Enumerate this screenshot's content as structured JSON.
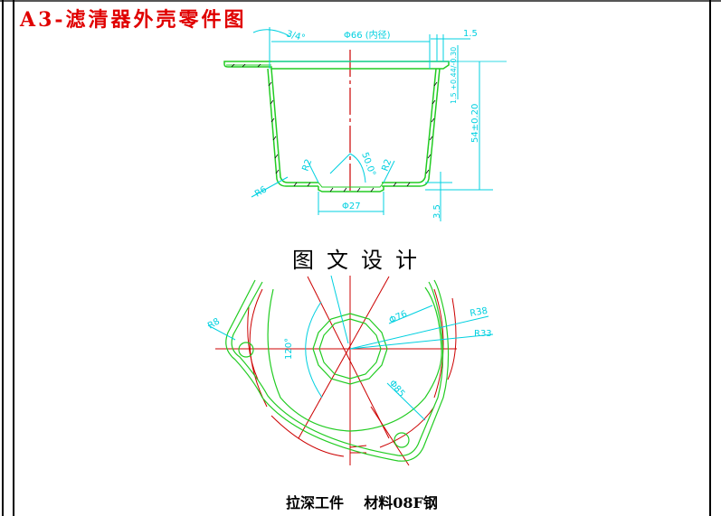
{
  "title": "A3-滤清器外壳零件图",
  "watermark": "图文设计",
  "caption": "拉深工件    材料08F钢",
  "colors": {
    "title": "#e00000",
    "outline": "#22cc22",
    "dimension": "#00d0e0",
    "centerline": "#cc0000",
    "border": "#000000"
  },
  "section_view": {
    "dimensions": {
      "angle_top": "3/4°",
      "outer_diameter": "Φ66 (内径)",
      "flange_thickness": "1.5",
      "flange_height": "1.5 +0.44/-0.30",
      "total_height": "54±0.20",
      "bottom_step": "3.5",
      "bottom_diameter": "Φ27",
      "radius_corner": "R6",
      "radius_left": "R2",
      "radius_right": "R2",
      "angle_bottom": "50.0°"
    }
  },
  "top_view": {
    "dimensions": {
      "hole_radius": "R8",
      "angle": "120°",
      "diameter_76": "Φ76",
      "radius_38": "R38",
      "radius_33": "R33",
      "diameter_85": "Φ85"
    }
  }
}
